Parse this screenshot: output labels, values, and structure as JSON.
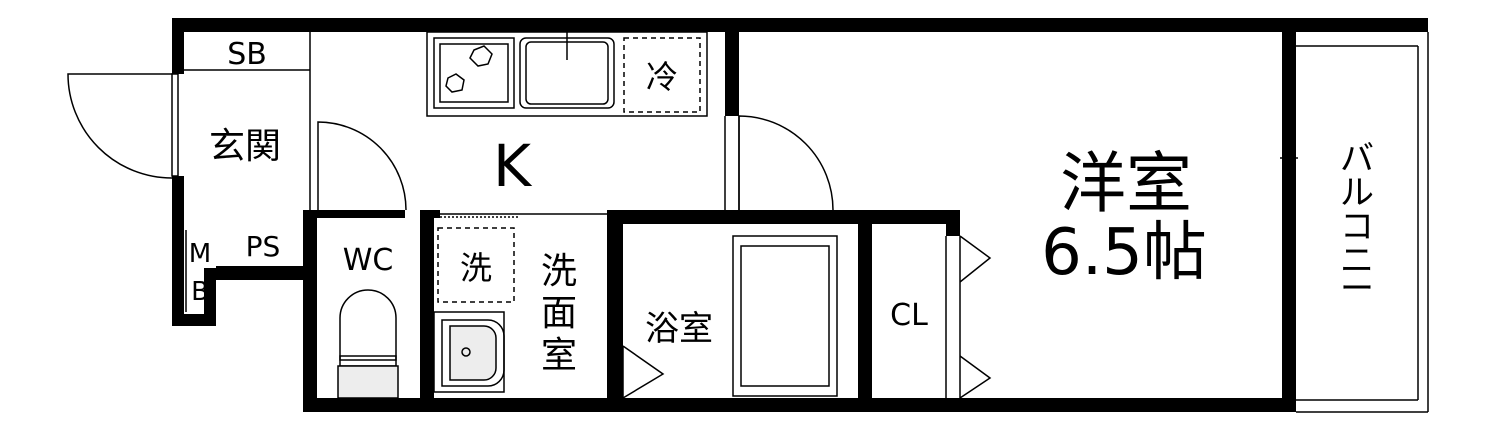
{
  "floorplan": {
    "rooms": {
      "sb": "SB",
      "genkan": "玄関",
      "kitchen": "K",
      "refrigerator": "冷",
      "mb_m": "M",
      "mb_b": "B",
      "ps": "PS",
      "wc": "WC",
      "washer": "洗",
      "washroom": [
        "洗",
        "面",
        "室"
      ],
      "bathroom": "浴室",
      "closet": "CL",
      "western_room": "洋室",
      "western_room_size": "6.5帖",
      "balcony": [
        "バ",
        "ル",
        "コ",
        "ニ",
        "ー"
      ]
    },
    "colors": {
      "wall": "#000000",
      "line": "#000000",
      "fixture_fill": "#ededed",
      "background": "#ffffff"
    }
  }
}
